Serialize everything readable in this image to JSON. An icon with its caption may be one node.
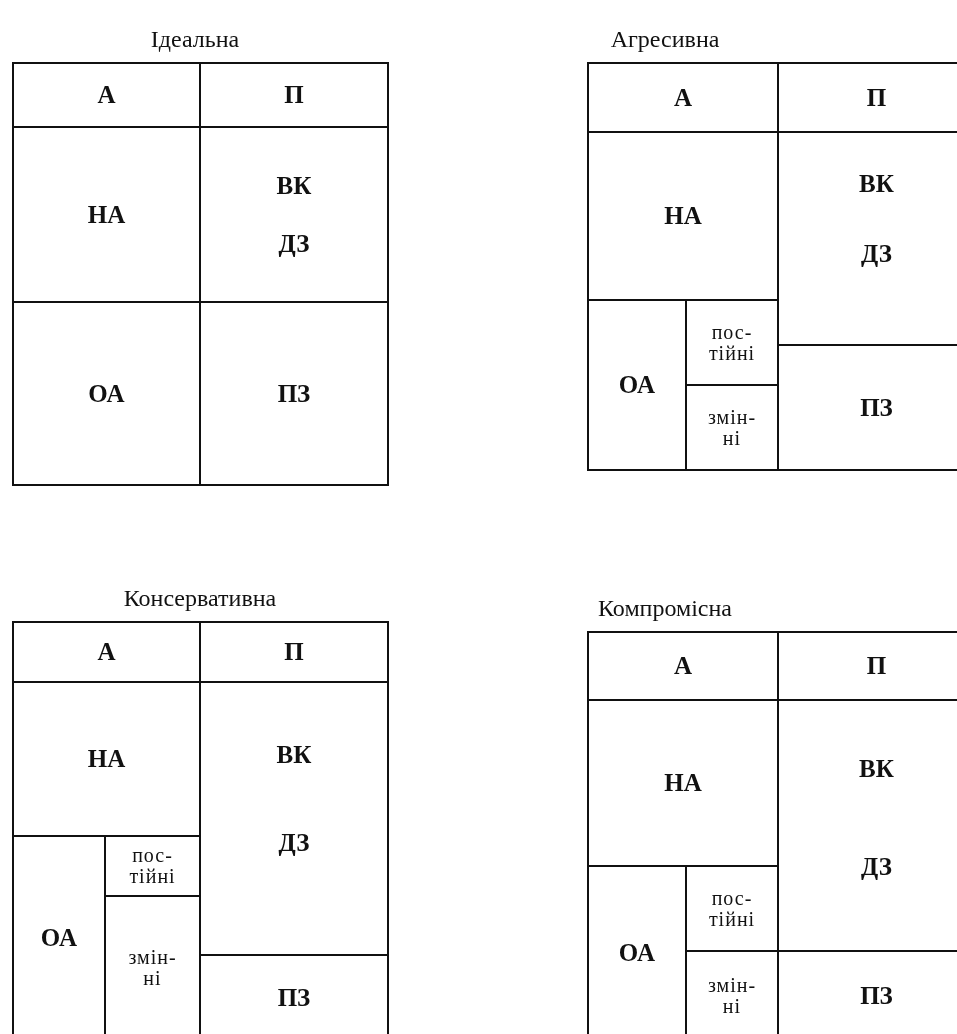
{
  "diagram": {
    "nodes": [
      {
        "text": [
          "Ідеальна"
        ]
      },
      {
        "text": [
          "А"
        ],
        "in": 0
      },
      {
        "text": [
          "П"
        ],
        "in": 0
      },
      {
        "text": [
          "НА"
        ],
        "in": 0
      },
      {
        "text": [
          "ВК",
          "ДЗ"
        ],
        "in": 0
      },
      {
        "text": [
          "ОА"
        ],
        "in": 0
      },
      {
        "text": [
          "ПЗ"
        ],
        "in": 0
      },
      {
        "text": [
          "Агресивна"
        ]
      },
      {
        "text": [
          "А"
        ],
        "in": 7
      },
      {
        "text": [
          "П"
        ],
        "in": 7
      },
      {
        "text": [
          "НА"
        ],
        "in": 7
      },
      {
        "text": [
          "ВК",
          "ДЗ"
        ],
        "in": 7
      },
      {
        "text": [
          "ОА"
        ],
        "in": 7
      },
      {
        "text": [
          "пос- тійні"
        ],
        "in": 7
      },
      {
        "text": [
          "ПЗ"
        ],
        "in": 7
      },
      {
        "text": [
          "змін- ні"
        ],
        "in": 7
      },
      {
        "text": [
          "Консервативна"
        ]
      },
      {
        "text": [
          "А"
        ],
        "in": 16
      },
      {
        "text": [
          "П"
        ],
        "in": 16
      },
      {
        "text": [
          "НА"
        ],
        "in": 16
      },
      {
        "text": [
          "ВК",
          "ДЗ"
        ],
        "in": 16
      },
      {
        "text": [
          "ОА"
        ],
        "in": 16
      },
      {
        "text": [
          "пос- тійні"
        ],
        "in": 16
      },
      {
        "text": [
          "змін- ні"
        ],
        "in": 16
      },
      {
        "text": [
          "ПЗ"
        ],
        "in": 16
      },
      {
        "text": [
          "Компромісна"
        ]
      },
      {
        "text": [
          "А"
        ],
        "in": 25
      },
      {
        "text": [
          "П"
        ],
        "in": 25
      },
      {
        "text": [
          "НА"
        ],
        "in": 25
      },
      {
        "text": [
          "ВК",
          "ДЗ"
        ],
        "in": 25
      },
      {
        "text": [
          "ОА"
        ],
        "in": 25
      },
      {
        "text": [
          "пос- тійні"
        ],
        "in": 25
      },
      {
        "text": [
          "змін- ні"
        ],
        "in": 25
      },
      {
        "text": [
          "ПЗ"
        ],
        "in": 25
      }
    ]
  }
}
